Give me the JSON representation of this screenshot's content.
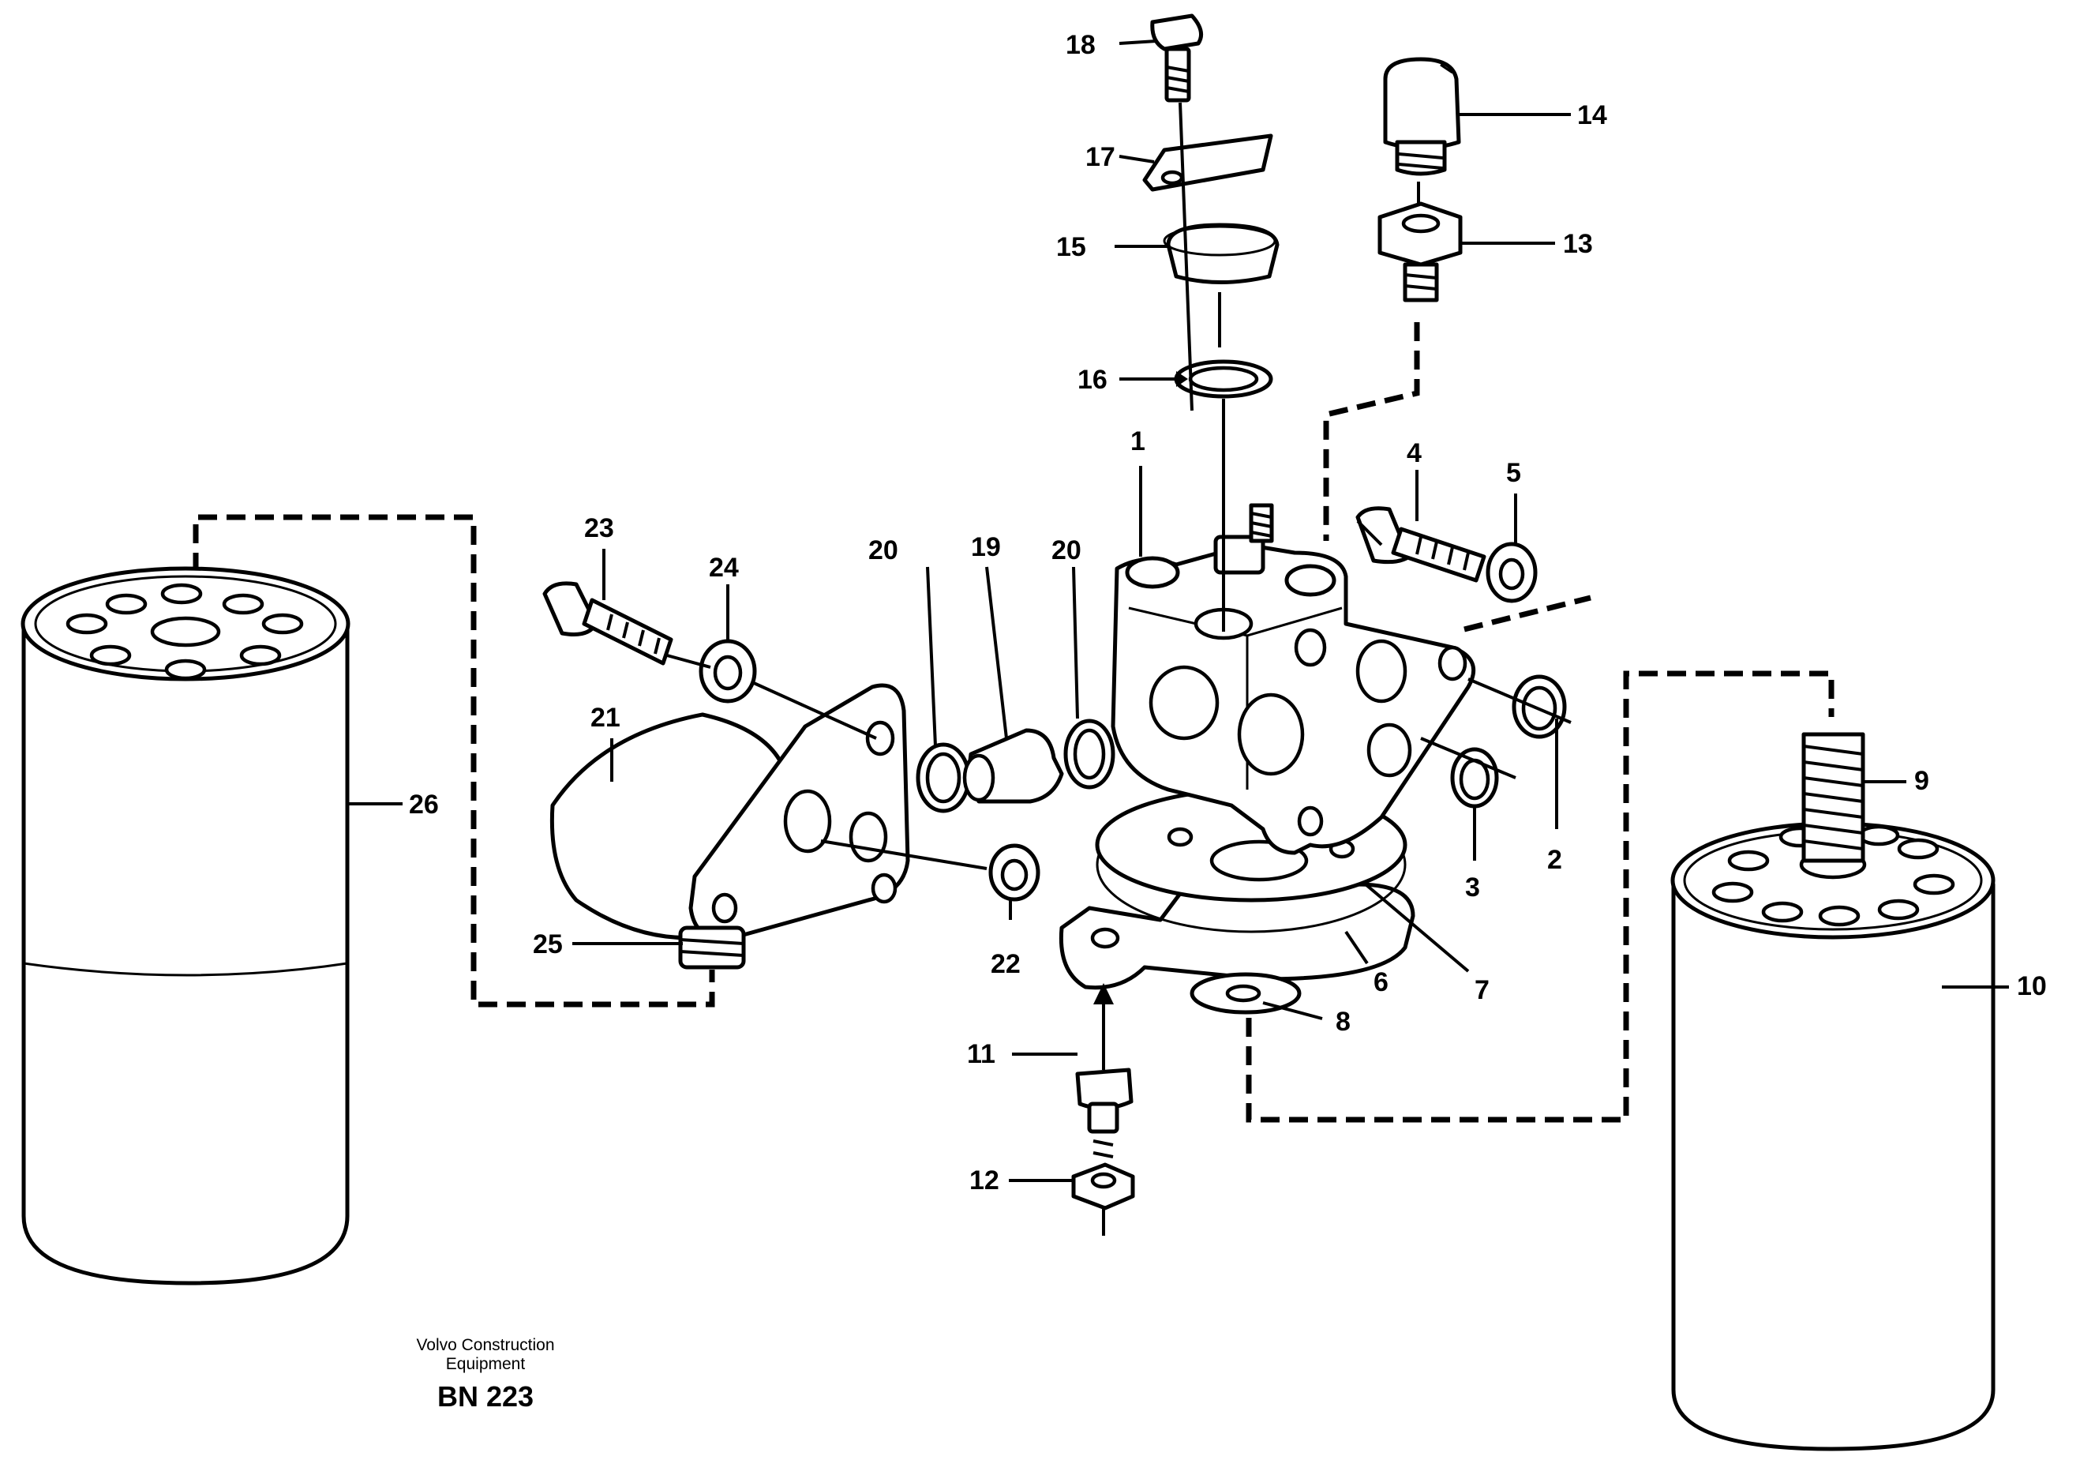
{
  "diagram": {
    "callouts": {
      "c1": "1",
      "c2": "2",
      "c3": "3",
      "c4": "4",
      "c5": "5",
      "c6": "6",
      "c7": "7",
      "c8": "8",
      "c9": "9",
      "c10": "10",
      "c11": "11",
      "c12": "12",
      "c13": "13",
      "c14": "14",
      "c15": "15",
      "c16": "16",
      "c17": "17",
      "c18": "18",
      "c19": "19",
      "c20a": "20",
      "c20b": "20",
      "c21": "21",
      "c22": "22",
      "c23": "23",
      "c24": "24",
      "c25": "25",
      "c26": "26"
    }
  },
  "credit": {
    "line1": "Volvo Construction",
    "line2": "Equipment",
    "code": "BN 223"
  },
  "colors": {
    "ink": "#000000",
    "paper": "#ffffff"
  }
}
